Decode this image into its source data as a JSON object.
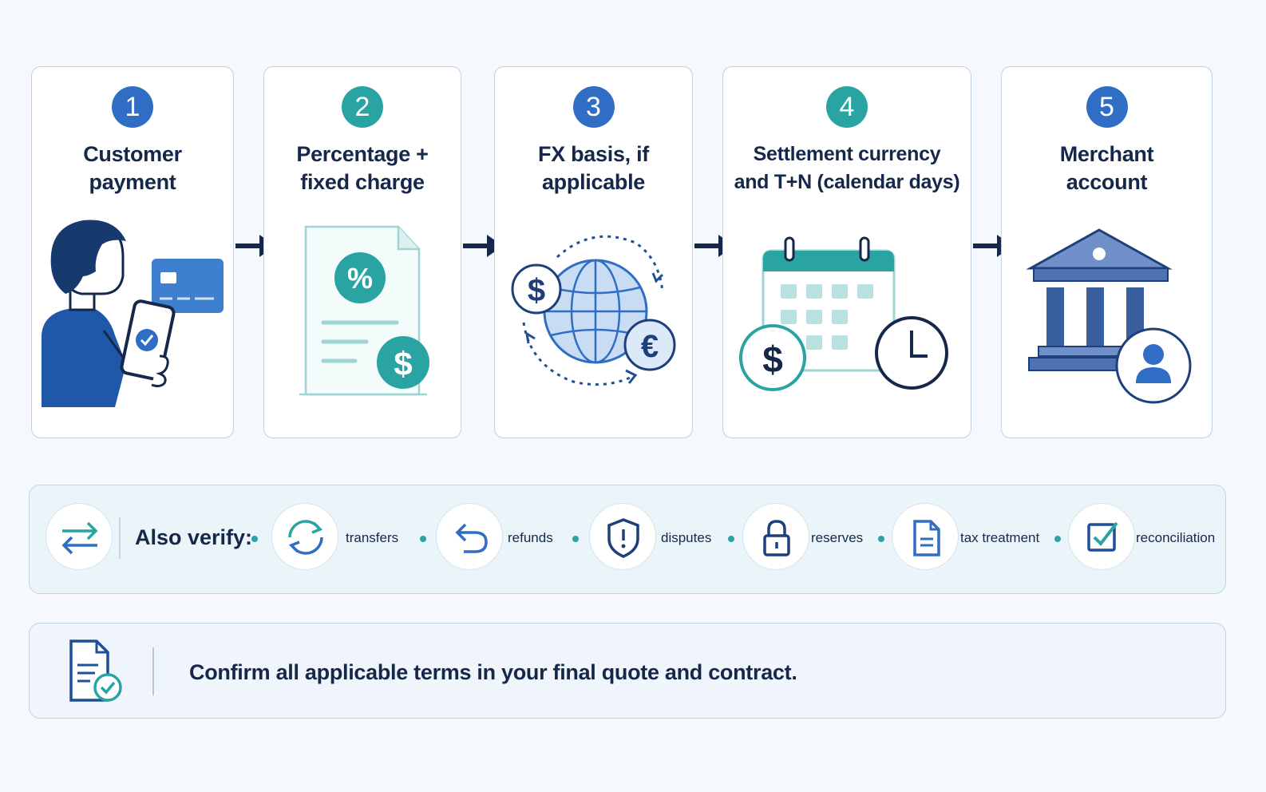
{
  "colors": {
    "navy": "#16284a",
    "blue": "#2f6ec4",
    "teal": "#2aa3a3",
    "card_border": "#bfd1e3"
  },
  "steps": [
    {
      "number": "1",
      "title": "Customer\npayment",
      "badge_color": "#2f6ec4",
      "icon": "customer-paying-with-phone"
    },
    {
      "number": "2",
      "title": "Percentage +\nfixed charge",
      "badge_color": "#2aa3a3",
      "icon": "fee-document-icon"
    },
    {
      "number": "3",
      "title": "FX basis, if\napplicable",
      "badge_color": "#2f6ec4",
      "icon": "currency-exchange-globe-icon"
    },
    {
      "number": "4",
      "title": "Settlement currency\nand T+N (calendar days)",
      "badge_color": "#2aa3a3",
      "icon": "settlement-calendar-clock-icon"
    },
    {
      "number": "5",
      "title": "Merchant\naccount",
      "badge_color": "#2f6ec4",
      "icon": "bank-merchant-icon"
    }
  ],
  "verify": {
    "label": "Also verify:",
    "items": [
      {
        "label": "transfers",
        "icon": "transfers-sync-icon"
      },
      {
        "label": "refunds",
        "icon": "refund-arrow-icon"
      },
      {
        "label": "disputes",
        "icon": "dispute-shield-icon"
      },
      {
        "label": "reserves",
        "icon": "lock-icon"
      },
      {
        "label": "tax treatment",
        "icon": "tax-document-icon"
      },
      {
        "label": "reconciliation",
        "icon": "checkbox-icon"
      }
    ]
  },
  "footer": {
    "text": "Confirm all applicable terms in your final quote and contract.",
    "icon": "contract-check-icon"
  }
}
